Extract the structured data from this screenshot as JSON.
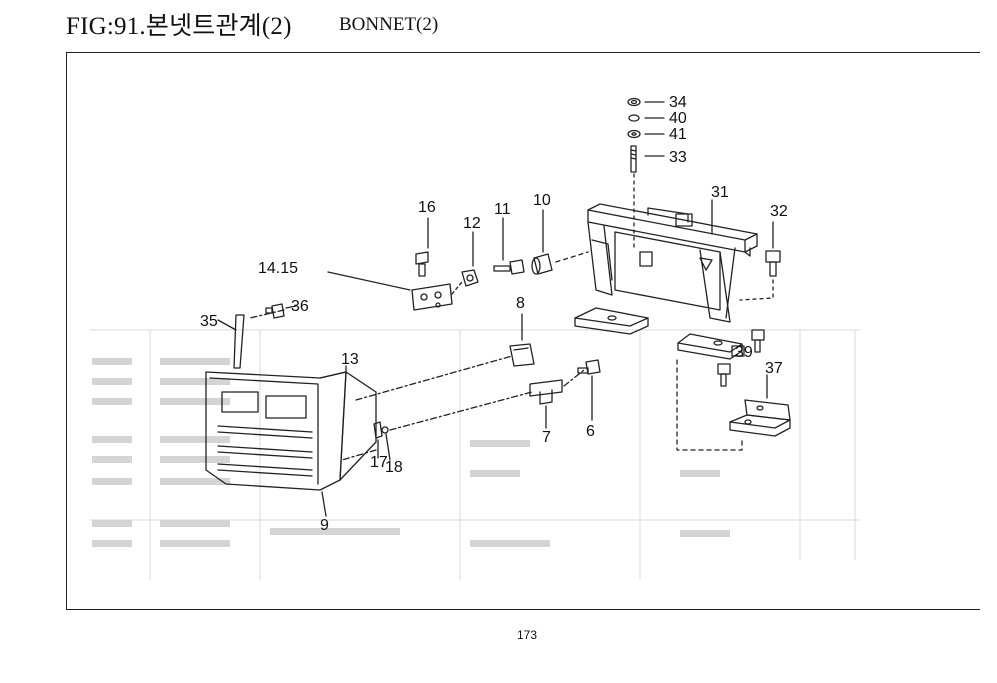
{
  "header": {
    "title": "FIG:91.본넷트관계(2)",
    "subtitle": "BONNET(2)"
  },
  "footer": {
    "page_number": "173"
  },
  "callouts": {
    "c34": "34",
    "c40": "40",
    "c41": "41",
    "c33": "33",
    "c31": "31",
    "c32": "32",
    "c16": "16",
    "c12": "12",
    "c11": "11",
    "c10": "10",
    "c14_15": "14.15",
    "c36": "36",
    "c35": "35",
    "c8": "8",
    "c13": "13",
    "c37": "37",
    "c39": "39",
    "c17": "17",
    "c18": "18",
    "c7": "7",
    "c6": "6",
    "c9": "9"
  },
  "colors": {
    "ink": "#222222",
    "paper": "#ffffff",
    "bleed": "#b8b8b8"
  }
}
